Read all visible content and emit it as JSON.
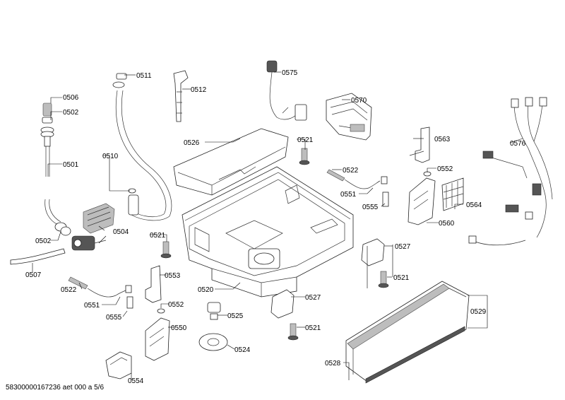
{
  "labels": {
    "p0501": "0501",
    "p0502a": "0502",
    "p0502b": "0502",
    "p0504": "0504",
    "p0506": "0506",
    "p0507": "0507",
    "p0510": "0510",
    "p0511": "0511",
    "p0512": "0512",
    "p0520": "0520",
    "p0521a": "0521",
    "p0521b": "0521",
    "p0521c": "0521",
    "p0521d": "0521",
    "p0522a": "0522",
    "p0522b": "0522",
    "p0524": "0524",
    "p0525": "0525",
    "p0526": "0526",
    "p0527a": "0527",
    "p0527b": "0527",
    "p0528": "0528",
    "p0529": "0529",
    "p0550": "0550",
    "p0551a": "0551",
    "p0551b": "0551",
    "p0552a": "0552",
    "p0552b": "0552",
    "p0553": "0553",
    "p0554": "0554",
    "p0555a": "0555",
    "p0555b": "0555",
    "p0560": "0560",
    "p0563": "0563",
    "p0564": "0564",
    "p0570": "0570",
    "p0575": "0575",
    "p0576": "0576"
  },
  "footer": "58300000167236 aet 000 a 5/6"
}
